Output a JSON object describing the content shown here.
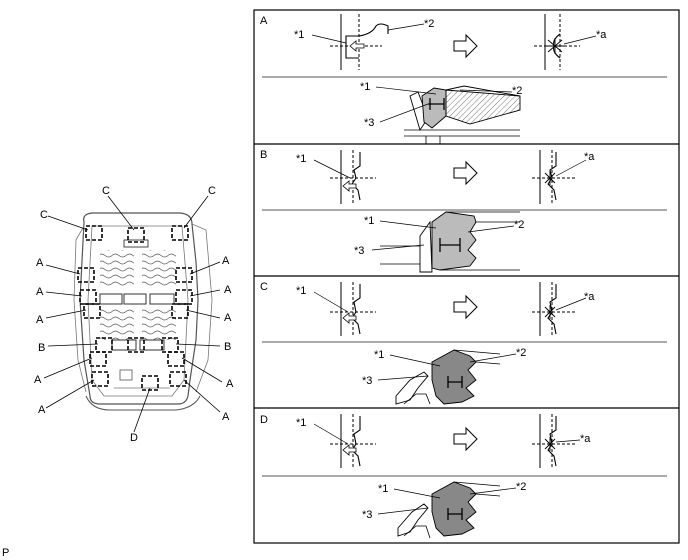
{
  "figure_code": "P",
  "overview": {
    "callouts": {
      "top_left": "C",
      "top_mid": "C",
      "top_right": "C",
      "left_1": "A",
      "left_2": "A",
      "left_3": "A",
      "left_b": "B",
      "left_4": "A",
      "left_5": "A",
      "right_1": "A",
      "right_2": "A",
      "right_3": "A",
      "right_b": "B",
      "right_4": "A",
      "right_5": "A",
      "bottom": "D"
    }
  },
  "panels": [
    {
      "id": "A",
      "labels": {
        "l1": "*1",
        "l2": "*2",
        "la": "*a",
        "d1": "*1",
        "d2": "*2",
        "d3": "*3"
      }
    },
    {
      "id": "B",
      "labels": {
        "l1": "*1",
        "la": "*a",
        "d1": "*1",
        "d2": "*2",
        "d3": "*3"
      }
    },
    {
      "id": "C",
      "labels": {
        "l1": "*1",
        "la": "*a",
        "d1": "*1",
        "d2": "*2",
        "d3": "*3"
      }
    },
    {
      "id": "D",
      "labels": {
        "l1": "*1",
        "la": "*a",
        "d1": "*1",
        "d2": "*2",
        "d3": "*3"
      }
    }
  ]
}
